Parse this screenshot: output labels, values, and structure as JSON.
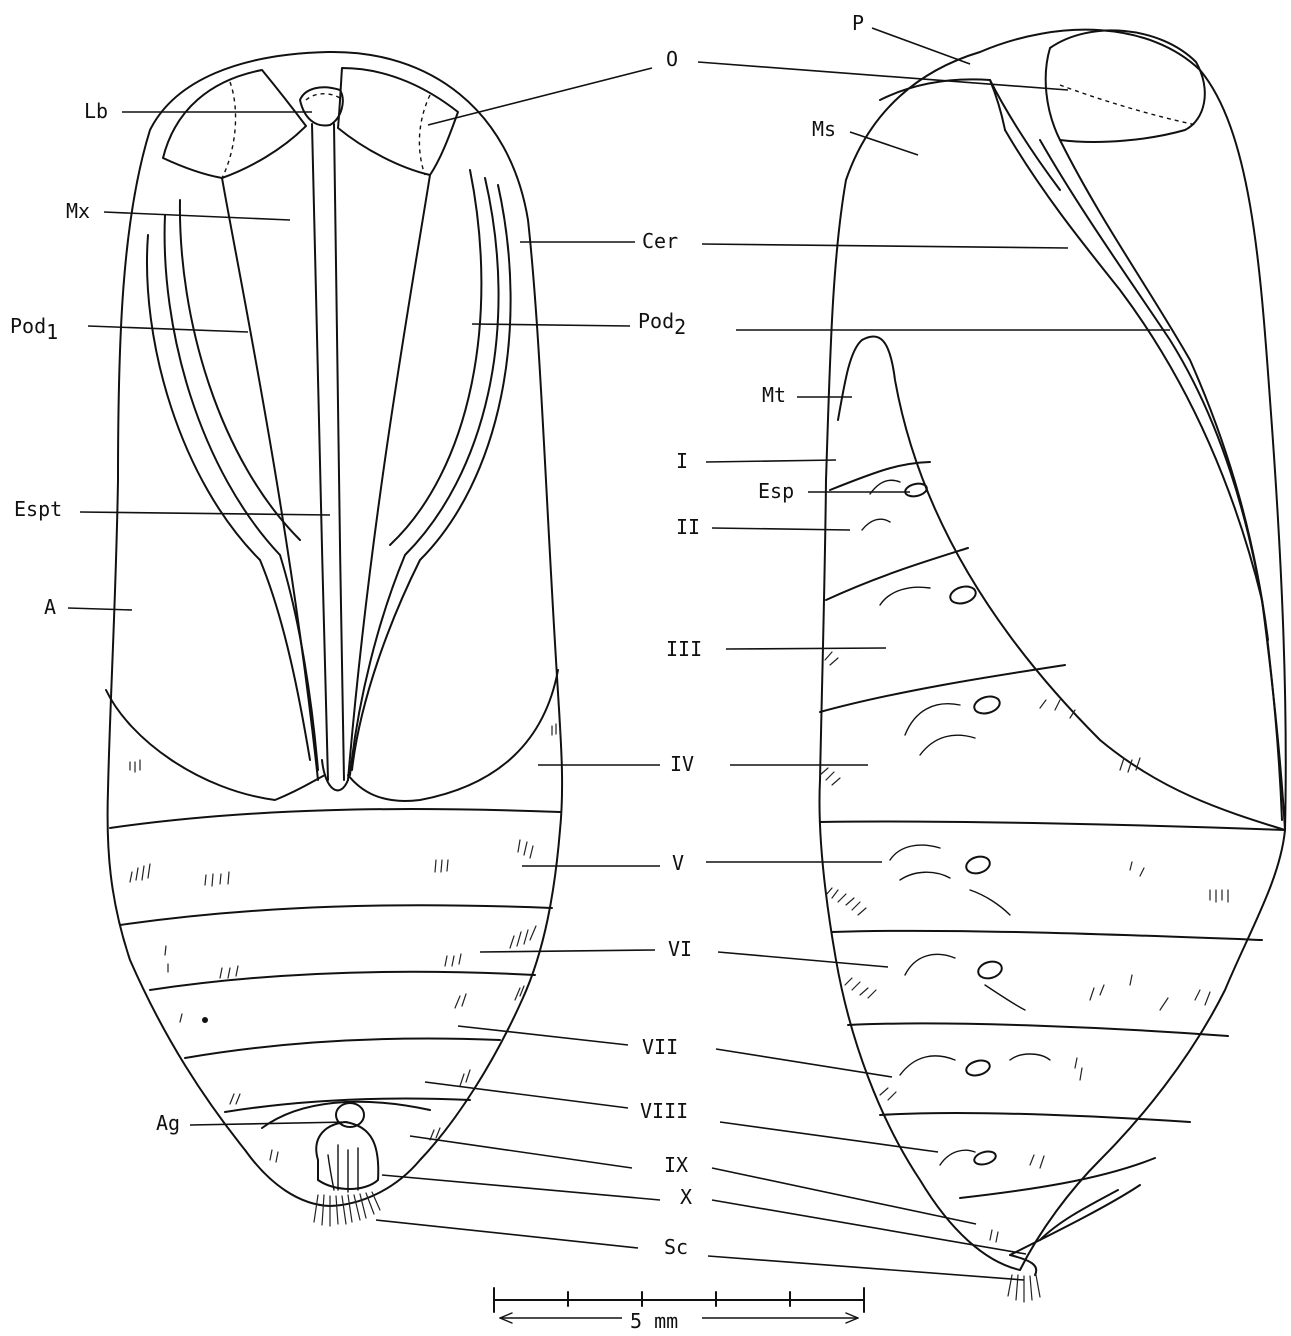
{
  "labels": {
    "O": "O",
    "P": "P",
    "Lb": "Lb",
    "Ms": "Ms",
    "Mx": "Mx",
    "Cer": "Cer",
    "Pod1": "Pod",
    "Pod1_sub": "1",
    "Pod2": "Pod",
    "Pod2_sub": "2",
    "Mt": "Mt",
    "I": "I",
    "Esp": "Esp",
    "Espt": "Espt",
    "II": "II",
    "A": "A",
    "III": "III",
    "IV": "IV",
    "V": "V",
    "VI": "VI",
    "VII": "VII",
    "VIII": "VIII",
    "Ag": "Ag",
    "IX": "IX",
    "X": "X",
    "Sc": "Sc"
  },
  "scale_bar": {
    "label": "5 mm"
  },
  "colors": {
    "ink": "#111111",
    "paper": "#ffffff"
  }
}
